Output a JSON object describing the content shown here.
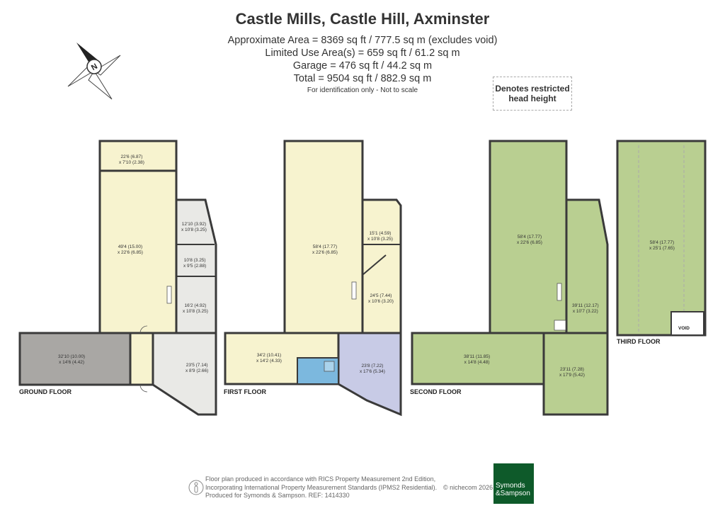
{
  "header": {
    "title": "Castle Mills, Castle Hill, Axminster",
    "area_lines": [
      "Approximate Area = 8369 sq ft / 777.5 sq m (excludes void)",
      "Limited Use Area(s) = 659 sq ft / 61.2 sq m",
      "Garage = 476 sq ft / 44.2 sq m",
      "Total = 9504 sq ft / 882.9 sq m"
    ],
    "note": "For identification only - Not to scale"
  },
  "legend": {
    "restricted_line1": "Denotes restricted",
    "restricted_line2": "head height"
  },
  "compass": {
    "icon": "compass-icon",
    "north_label": "N"
  },
  "floors": {
    "ground": {
      "label": "GROUND FLOOR",
      "rooms": [
        {
          "dims": "22'6 (6.87)",
          "sub": "x 7'10 (2.38)"
        },
        {
          "dims": "49'4 (15.00)",
          "sub": "x 22'6 (6.85)"
        },
        {
          "dims": "12'10 (3.92)",
          "sub": "x 10'8 (3.25)"
        },
        {
          "dims": "10'8 (3.25)",
          "sub": "x 9'5 (2.88)"
        },
        {
          "dims": "16'2 (4.92)",
          "sub": "x 10'8 (3.25)"
        },
        {
          "dims": "32'10 (10.00)",
          "sub": "x 14'6 (4.42)"
        },
        {
          "dims": "23'5 (7.14)",
          "sub": "x 8'9 (2.66)"
        }
      ]
    },
    "first": {
      "label": "FIRST FLOOR",
      "rooms": [
        {
          "dims": "58'4 (17.77)",
          "sub": "x 22'6 (6.85)"
        },
        {
          "dims": "15'1 (4.59)",
          "sub": "x 10'8 (3.25)"
        },
        {
          "dims": "24'5 (7.44)",
          "sub": "x 10'6 (3.20)"
        },
        {
          "dims": "34'2 (10.41)",
          "sub": "x 14'2 (4.33)"
        },
        {
          "dims": "23'8 (7.22)",
          "sub": "x 17'6 (5.34)"
        }
      ]
    },
    "second": {
      "label": "SECOND FLOOR",
      "rooms": [
        {
          "dims": "58'4 (17.77)",
          "sub": "x 22'6 (6.85)"
        },
        {
          "dims": "39'11 (12.17)",
          "sub": "x 10'7 (3.22)"
        },
        {
          "dims": "38'11 (11.85)",
          "sub": "x 14'8 (4.48)"
        },
        {
          "dims": "23'11 (7.28)",
          "sub": "x 17'9 (5.42)"
        }
      ]
    },
    "third": {
      "label": "THIRD FLOOR",
      "rooms": [
        {
          "dims": "58'4 (17.77)",
          "sub": "x 25'1 (7.65)"
        }
      ],
      "void_label": "VOID"
    }
  },
  "footer": {
    "line1": "Floor plan produced in accordance with RICS Property Measurement 2nd Edition,",
    "line2": "Incorporating International Property Measurement Standards (IPMS2 Residential).",
    "line3": "Produced for Symonds & Sampson.   REF:  1414330",
    "copyright": "© nichecom 2026.",
    "brand_line1": "Symonds",
    "brand_line2": "&Sampson"
  },
  "colors": {
    "main_floor": "#f7f3cf",
    "aux_floor": "#e9e9e6",
    "garage": "#a9a7a4",
    "upper_floor": "#b9cf91",
    "bathroom": "#7cb8de",
    "kitchen": "#c8cbe6",
    "wall": "#3a3a3a",
    "brand_green": "#0e5a2a"
  }
}
